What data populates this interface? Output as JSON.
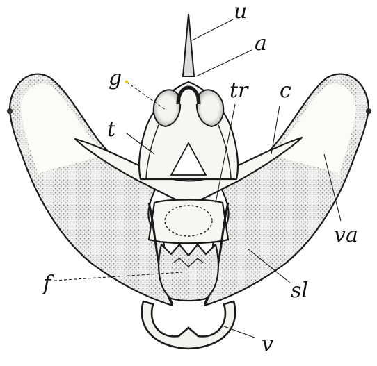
{
  "figure": {
    "labels": {
      "u": "u",
      "a": "a",
      "g": "g",
      "tr": "tr",
      "c": "c",
      "t": "t",
      "va": "va",
      "f": "f",
      "sl": "sl",
      "v": "v"
    },
    "colors": {
      "ink": "#1a1a1a",
      "paper": "#ffffff",
      "shading": "#8a8a8a",
      "accent_dot": "#e8c81a"
    }
  }
}
